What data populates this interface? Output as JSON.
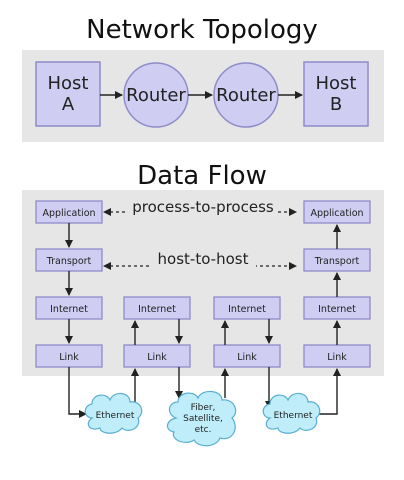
{
  "topology": {
    "title": "Network Topology",
    "host_a_line1": "Host",
    "host_a_line2": "A",
    "router1": "Router",
    "router2": "Router",
    "host_b_line1": "Host",
    "host_b_line2": "B"
  },
  "flow": {
    "title": "Data Flow",
    "process_label": "process-to-process",
    "host_label": "host-to-host",
    "layers": {
      "application": "Application",
      "transport": "Transport",
      "internet": "Internet",
      "link": "Link"
    },
    "networks": {
      "ethernet_left": "Ethernet",
      "fiber_line1": "Fiber,",
      "fiber_line2": "Satellite,",
      "fiber_line3": "etc.",
      "ethernet_right": "Ethernet"
    }
  },
  "colors": {
    "box_fill": "#cfcdf2",
    "box_stroke": "#8f8bc9",
    "panel": "#e6e6e6",
    "cloud_fill": "#bfeefa"
  }
}
